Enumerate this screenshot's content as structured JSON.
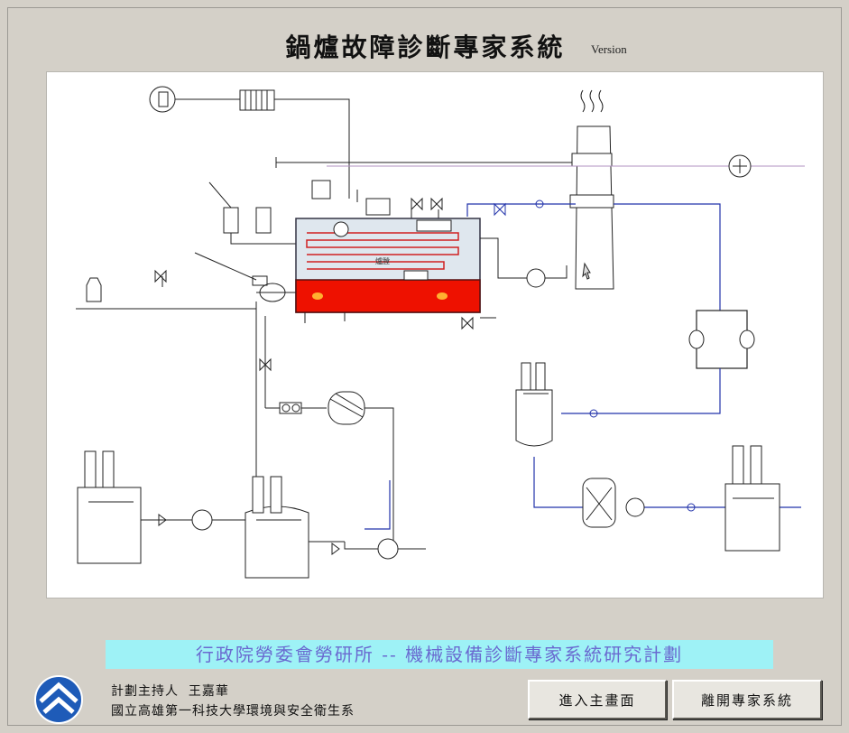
{
  "app": {
    "title": "鍋爐故障診斷專家系統",
    "version_label": "Version"
  },
  "diagram": {
    "furnace_label": "爐膛"
  },
  "banner": {
    "text": "行政院勞委會勞研所 -- 機械設備診斷專家系統研究計劃"
  },
  "credits": {
    "line1": "計劃主持人  王嘉華",
    "line2": "國立高雄第一科技大學環境與安全衛生系"
  },
  "buttons": {
    "enter_main": "進入主畫面",
    "exit_system": "離開專家系統"
  },
  "colors": {
    "accent_cyan": "#9ef2f6",
    "banner_text": "#6a6ad0",
    "flame_red": "#ee1100",
    "pipe_blue": "#2233aa",
    "logo_blue": "#1e5bb8"
  }
}
